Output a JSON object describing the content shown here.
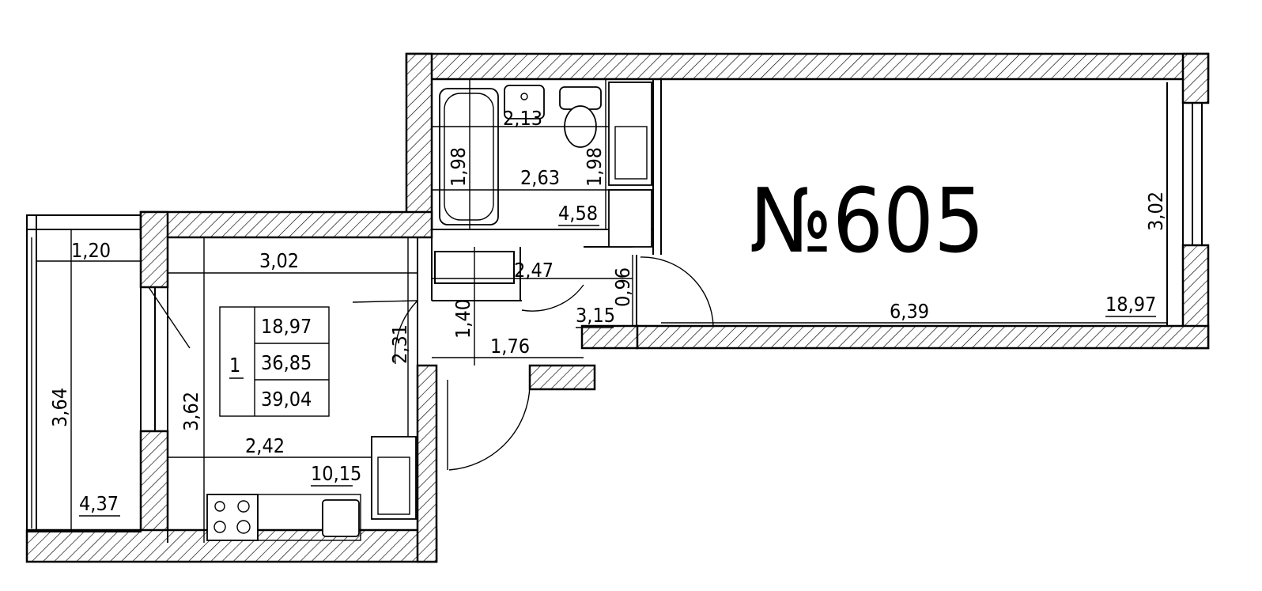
{
  "apartment": {
    "number_label": "№605"
  },
  "summary": {
    "rooms": "1",
    "living_area": "18,97",
    "total_area": "36,85",
    "total_with_balcony": "39,04"
  },
  "rooms": {
    "living": {
      "area": "18,97",
      "width": "6,39",
      "depth": "3,02"
    },
    "kitchen": {
      "area": "10,15",
      "width_top": "3,02",
      "width_bottom": "2,42",
      "depth": "3,62",
      "door_side": "2,31"
    },
    "balcony": {
      "area": "4,37",
      "width": "1,20",
      "length": "3,64"
    },
    "bathroom": {
      "area": "4,58",
      "sink_width": "2,13",
      "width": "2,63",
      "depth_left": "1,98",
      "depth_right": "1,98"
    },
    "hall": {
      "area": "3,15",
      "width": "2,47",
      "lower_width": "1,76",
      "depth": "1,40",
      "passage": "0,96"
    }
  }
}
